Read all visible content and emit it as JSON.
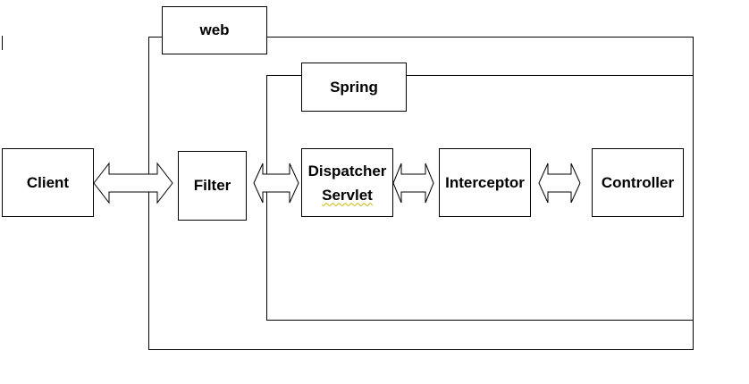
{
  "containers": {
    "web": {
      "label": "web"
    },
    "spring": {
      "label": "Spring"
    }
  },
  "components": {
    "client": "Client",
    "filter": "Filter",
    "dispatcher_line1": "Dispatcher",
    "dispatcher_line2": "Servlet",
    "interceptor": "Interceptor",
    "controller": "Controller"
  },
  "connections": [
    {
      "from": "Client",
      "to": "Filter",
      "type": "bidirectional"
    },
    {
      "from": "Filter",
      "to": "Dispatcher Servlet",
      "type": "bidirectional"
    },
    {
      "from": "Dispatcher Servlet",
      "to": "Interceptor",
      "type": "bidirectional"
    },
    {
      "from": "Interceptor",
      "to": "Controller",
      "type": "bidirectional"
    }
  ],
  "colors": {
    "line": "#000000",
    "fill": "#ffffff",
    "spellcheck_underline": "#c8b400"
  }
}
